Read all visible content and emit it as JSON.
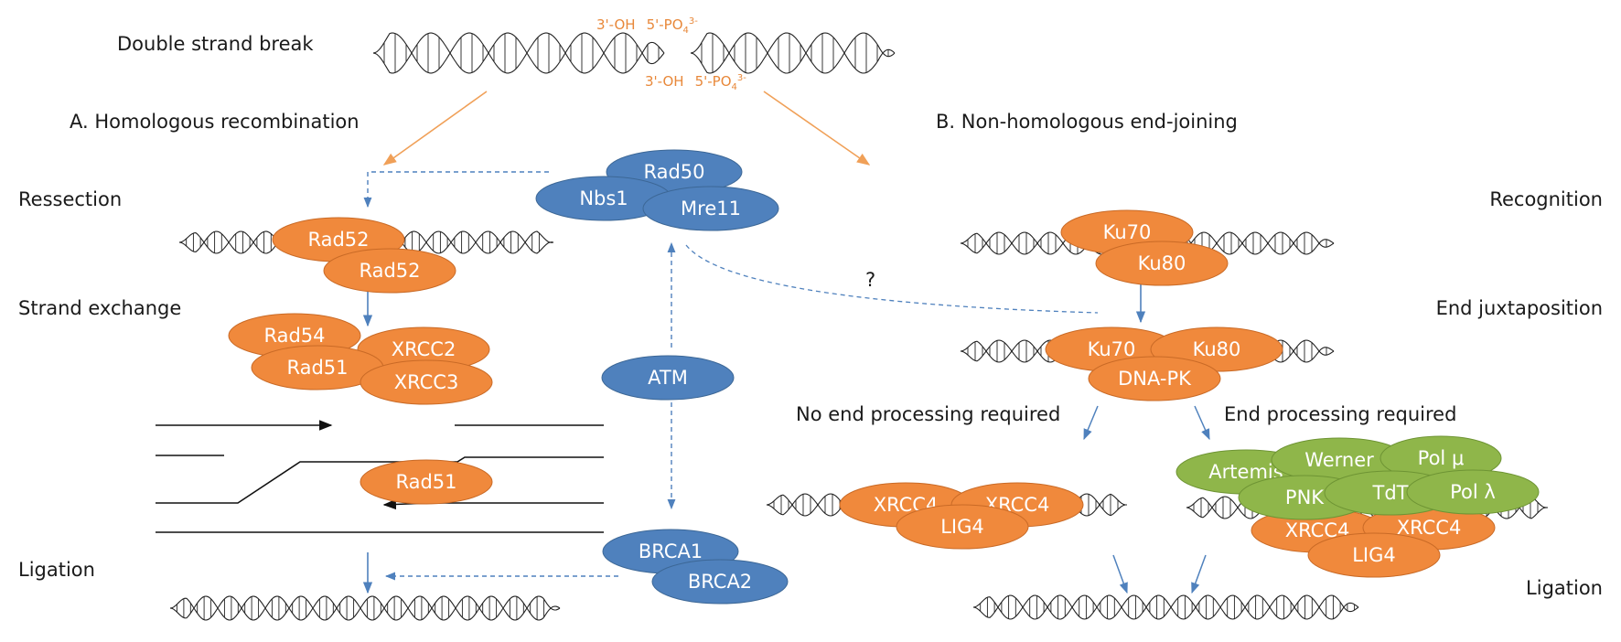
{
  "colors": {
    "orange": "#f0893c",
    "blue": "#4f81bd",
    "green": "#8fb64a",
    "arrow_orange": "#f0a058",
    "arrow_blue": "#4f81bd"
  },
  "top": {
    "title": "Double strand break",
    "ends_upper": [
      "3'-OH",
      "5'-PO",
      "4",
      "3-"
    ],
    "ends_lower": [
      "3'-OH",
      "5'-PO",
      "4",
      "3-"
    ]
  },
  "hr": {
    "title": "A. Homologous recombination",
    "step_resection": "Ressection",
    "step_strand": "Strand exchange",
    "step_ligation": "Ligation",
    "proteins": {
      "rad52a": "Rad52",
      "rad52b": "Rad52",
      "rad54": "Rad54",
      "xrcc2": "XRCC2",
      "rad51": "Rad51",
      "xrcc3": "XRCC3",
      "rad51b": "Rad51"
    }
  },
  "center": {
    "rad50": "Rad50",
    "nbs1": "Nbs1",
    "mre11": "Mre11",
    "atm": "ATM",
    "brca1": "BRCA1",
    "brca2": "BRCA2",
    "question": "?"
  },
  "nhej": {
    "title": "B. Non-homologous end-joining",
    "step_recognition": "Recognition",
    "step_juxta": "End juxtaposition",
    "step_ligation": "Ligation",
    "no_processing": "No end processing required",
    "processing": "End processing required",
    "proteins": {
      "ku70a": "Ku70",
      "ku80a": "Ku80",
      "ku70b": "Ku70",
      "ku80b": "Ku80",
      "dnapk": "DNA-PK",
      "xrcc4a": "XRCC4",
      "xrcc4b": "XRCC4",
      "lig4a": "LIG4",
      "artemis": "Artemis",
      "werner": "Werner",
      "polmu": "Pol μ",
      "pnk": "PNK",
      "tdt": "TdT",
      "pollambda": "Pol λ",
      "xrcc4c": "XRCC4",
      "xrcc4d": "XRCC4",
      "lig4b": "LIG4"
    }
  }
}
